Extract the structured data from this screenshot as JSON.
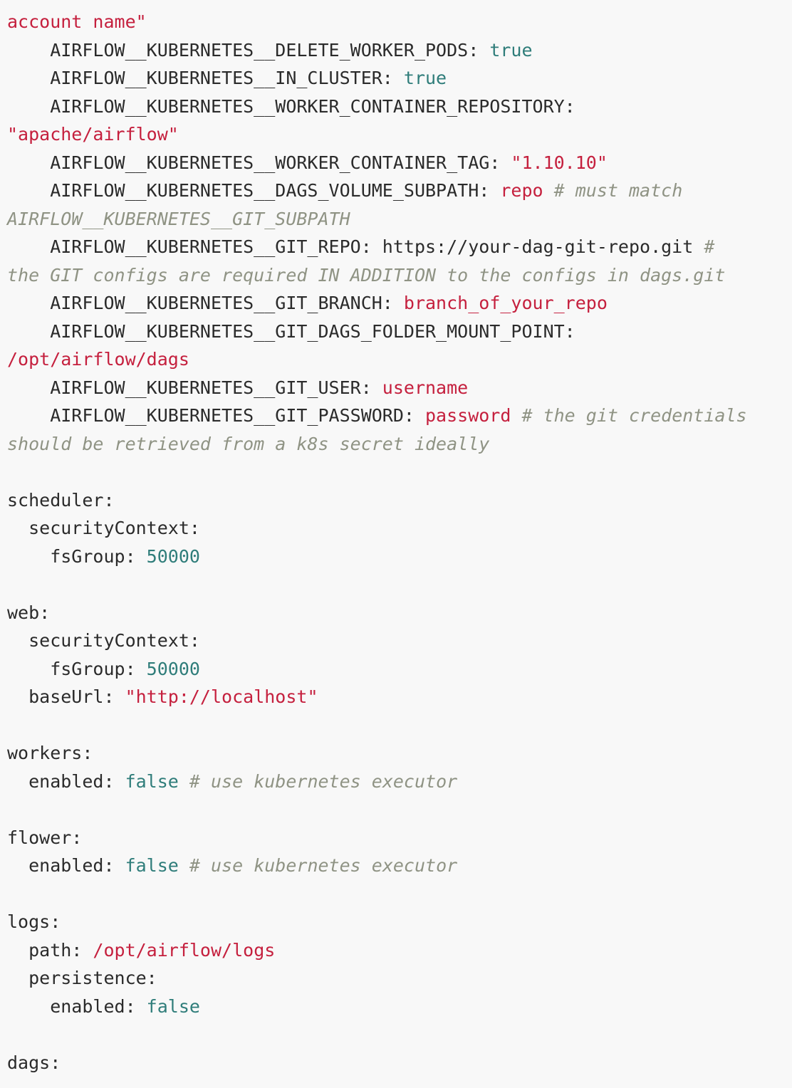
{
  "editor": {
    "language": "yaml",
    "colors": {
      "background": "#f8f8f8",
      "key": "#2b2b2b",
      "string": "#c5203e",
      "literal": "#2f7d7a",
      "comment": "#8f9384"
    },
    "lines": [
      [
        {
          "t": "str",
          "v": "account name\""
        }
      ],
      [
        {
          "t": "key",
          "v": "    AIRFLOW__KUBERNETES__DELETE_WORKER_PODS: "
        },
        {
          "t": "bool",
          "v": "true"
        }
      ],
      [
        {
          "t": "key",
          "v": "    AIRFLOW__KUBERNETES__IN_CLUSTER: "
        },
        {
          "t": "bool",
          "v": "true"
        }
      ],
      [
        {
          "t": "key",
          "v": "    AIRFLOW__KUBERNETES__WORKER_CONTAINER_REPOSITORY:"
        }
      ],
      [
        {
          "t": "str",
          "v": "\"apache/airflow\""
        }
      ],
      [
        {
          "t": "key",
          "v": "    AIRFLOW__KUBERNETES__WORKER_CONTAINER_TAG: "
        },
        {
          "t": "str",
          "v": "\"1.10.10\""
        }
      ],
      [
        {
          "t": "key",
          "v": "    AIRFLOW__KUBERNETES__DAGS_VOLUME_SUBPATH: "
        },
        {
          "t": "str",
          "v": "repo"
        },
        {
          "t": "comment",
          "v": " # must match"
        }
      ],
      [
        {
          "t": "comment",
          "v": "AIRFLOW__KUBERNETES__GIT_SUBPATH"
        }
      ],
      [
        {
          "t": "key",
          "v": "    AIRFLOW__KUBERNETES__GIT_REPO: https://your-dag-git-repo.git"
        },
        {
          "t": "comment",
          "v": " #"
        }
      ],
      [
        {
          "t": "comment",
          "v": "the GIT configs are required IN ADDITION to the configs in dags.git"
        }
      ],
      [
        {
          "t": "key",
          "v": "    AIRFLOW__KUBERNETES__GIT_BRANCH: "
        },
        {
          "t": "str",
          "v": "branch_of_your_repo"
        }
      ],
      [
        {
          "t": "key",
          "v": "    AIRFLOW__KUBERNETES__GIT_DAGS_FOLDER_MOUNT_POINT:"
        }
      ],
      [
        {
          "t": "str",
          "v": "/opt/airflow/dags"
        }
      ],
      [
        {
          "t": "key",
          "v": "    AIRFLOW__KUBERNETES__GIT_USER: "
        },
        {
          "t": "str",
          "v": "username"
        }
      ],
      [
        {
          "t": "key",
          "v": "    AIRFLOW__KUBERNETES__GIT_PASSWORD: "
        },
        {
          "t": "str",
          "v": "password"
        },
        {
          "t": "comment",
          "v": " # the git credentials"
        }
      ],
      [
        {
          "t": "comment",
          "v": "should be retrieved from a k8s secret ideally"
        }
      ],
      [],
      [
        {
          "t": "key",
          "v": "scheduler:"
        }
      ],
      [
        {
          "t": "key",
          "v": "  securityContext:"
        }
      ],
      [
        {
          "t": "key",
          "v": "    fsGroup: "
        },
        {
          "t": "num",
          "v": "50000"
        }
      ],
      [],
      [
        {
          "t": "key",
          "v": "web:"
        }
      ],
      [
        {
          "t": "key",
          "v": "  securityContext:"
        }
      ],
      [
        {
          "t": "key",
          "v": "    fsGroup: "
        },
        {
          "t": "num",
          "v": "50000"
        }
      ],
      [
        {
          "t": "key",
          "v": "  baseUrl: "
        },
        {
          "t": "str",
          "v": "\"http://localhost\""
        }
      ],
      [],
      [
        {
          "t": "key",
          "v": "workers:"
        }
      ],
      [
        {
          "t": "key",
          "v": "  enabled: "
        },
        {
          "t": "bool",
          "v": "false"
        },
        {
          "t": "comment",
          "v": " # use kubernetes executor"
        }
      ],
      [],
      [
        {
          "t": "key",
          "v": "flower:"
        }
      ],
      [
        {
          "t": "key",
          "v": "  enabled: "
        },
        {
          "t": "bool",
          "v": "false"
        },
        {
          "t": "comment",
          "v": " # use kubernetes executor"
        }
      ],
      [],
      [
        {
          "t": "key",
          "v": "logs:"
        }
      ],
      [
        {
          "t": "key",
          "v": "  path: "
        },
        {
          "t": "str",
          "v": "/opt/airflow/logs"
        }
      ],
      [
        {
          "t": "key",
          "v": "  persistence:"
        }
      ],
      [
        {
          "t": "key",
          "v": "    enabled: "
        },
        {
          "t": "bool",
          "v": "false"
        }
      ],
      [],
      [
        {
          "t": "key",
          "v": "dags:"
        }
      ]
    ]
  }
}
